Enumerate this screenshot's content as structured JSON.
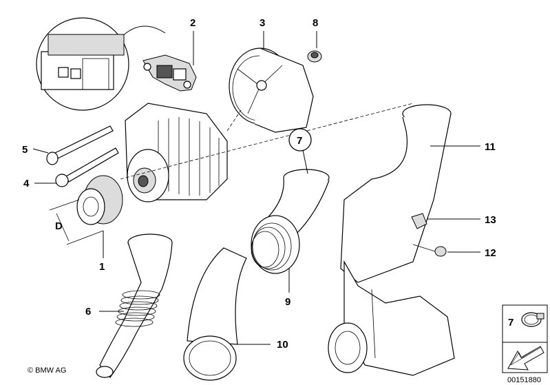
{
  "diagram": {
    "copyright": "© BMW AG",
    "document_number": "00151880",
    "dimension_label": "D",
    "callouts": {
      "c1": "1",
      "c2": "2",
      "c3": "3",
      "c4": "4",
      "c5": "5",
      "c6": "6",
      "c7_circle": "7",
      "c7_box": "7",
      "c8": "8",
      "c9": "9",
      "c10": "10",
      "c11": "11",
      "c12": "12",
      "c13": "13"
    }
  }
}
